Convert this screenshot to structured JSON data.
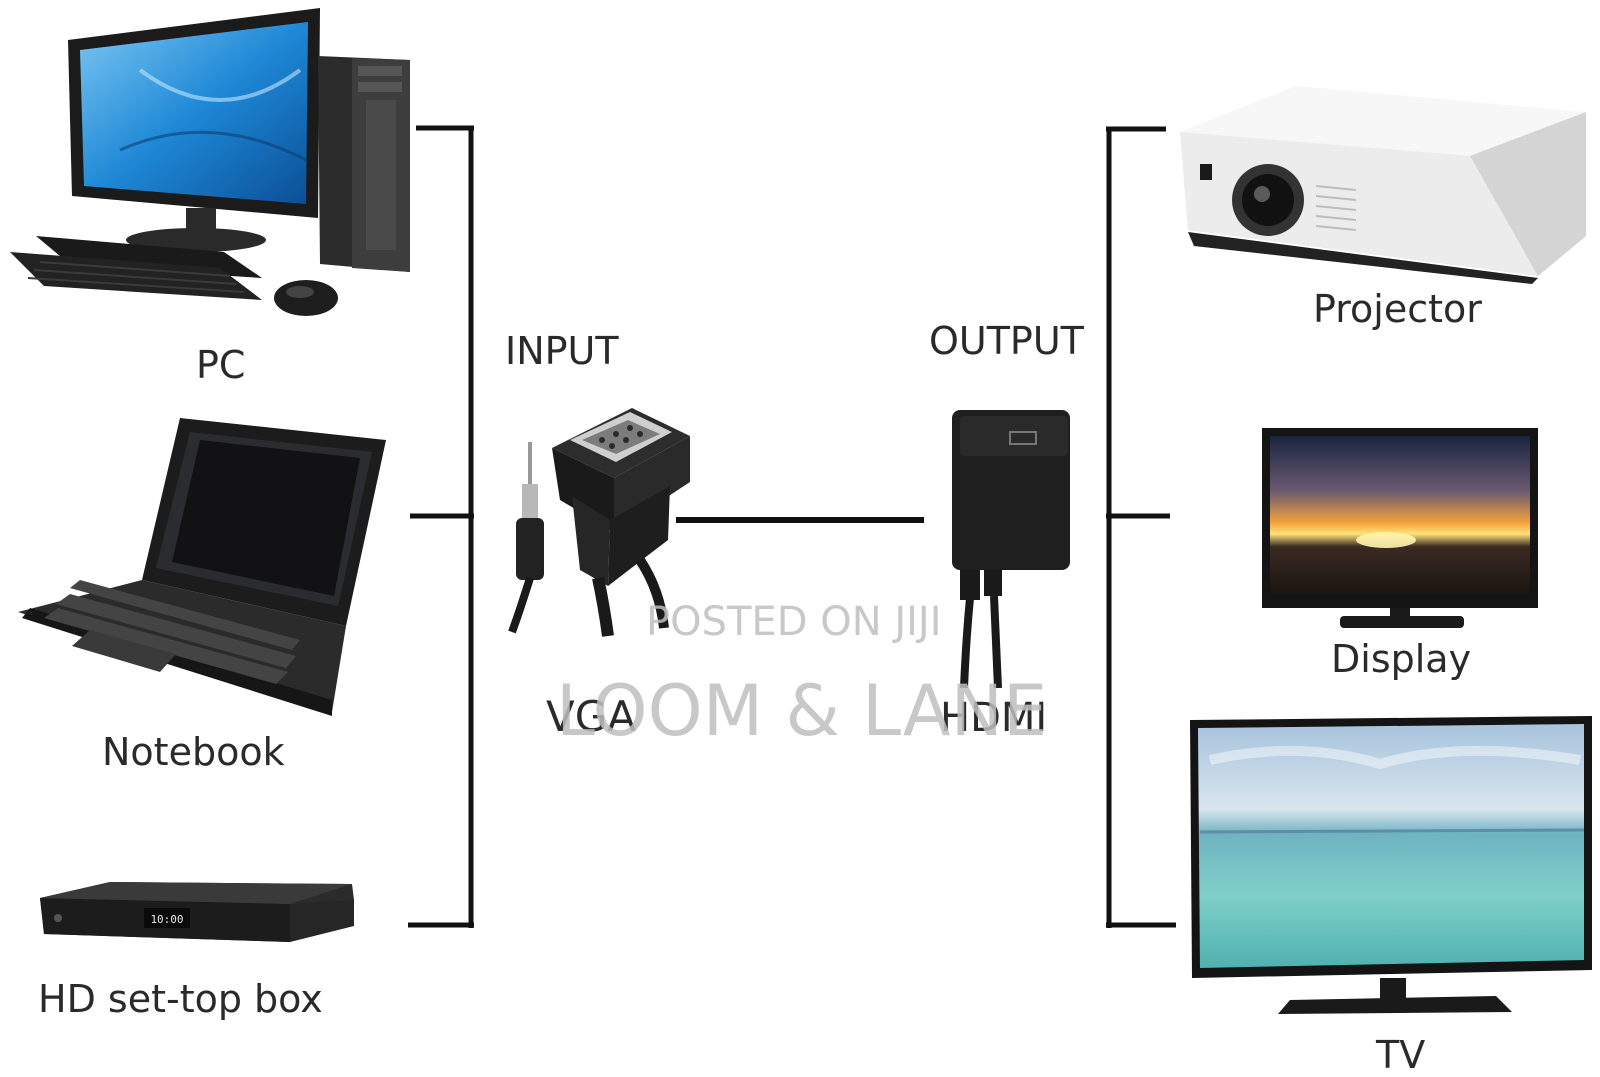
{
  "left_devices": [
    {
      "id": "pc",
      "label": "PC",
      "icon": "desktop-pc-icon"
    },
    {
      "id": "notebook",
      "label": "Notebook",
      "icon": "laptop-icon"
    },
    {
      "id": "settop",
      "label": "HD set-top box",
      "icon": "set-top-box-icon"
    }
  ],
  "settop_display": "10:00",
  "input": {
    "heading": "INPUT",
    "connector": "VGA",
    "icon": "vga-connector-icon"
  },
  "output": {
    "heading": "OUTPUT",
    "connector": "HDMI",
    "icon": "hdmi-adapter-icon"
  },
  "right_devices": [
    {
      "id": "projector",
      "label": "Projector",
      "icon": "projector-icon"
    },
    {
      "id": "display",
      "label": "Display",
      "icon": "monitor-icon"
    },
    {
      "id": "tv",
      "label": "TV",
      "icon": "tv-icon"
    }
  ],
  "watermark": {
    "line1": "POSTED ON JIJI",
    "line2": "LOOM & LANE"
  },
  "colors": {
    "line": "#111111",
    "screen_blue": "#1e88d6",
    "device_dark": "#1c1c1c",
    "projector_body": "#e9e9e9"
  }
}
